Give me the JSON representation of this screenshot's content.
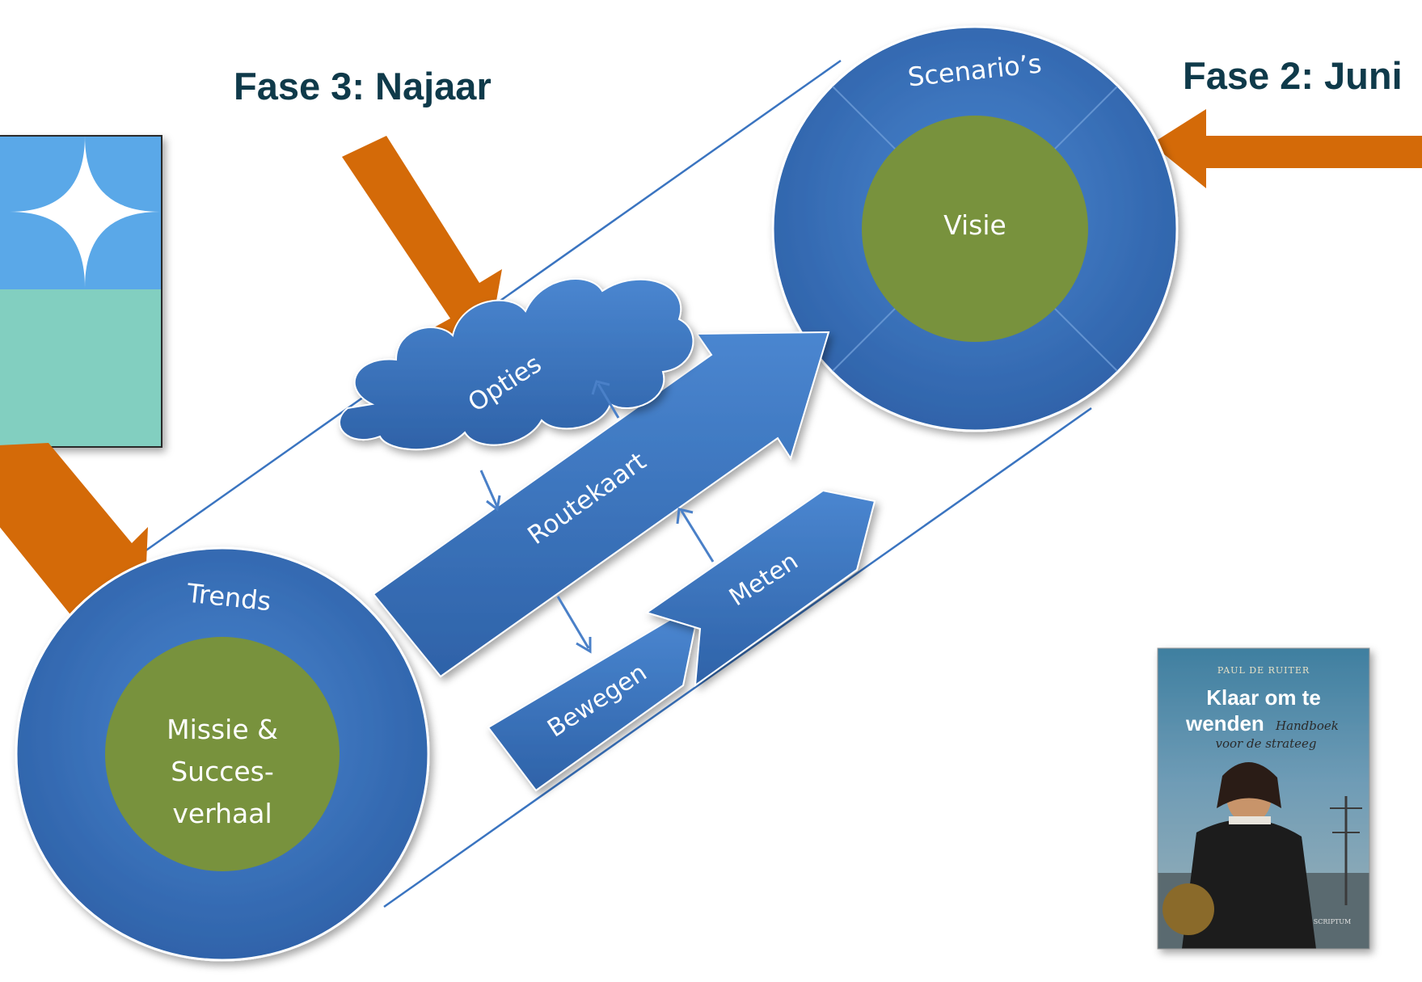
{
  "phases": {
    "phase2": "Fase 2: Juni",
    "phase3": "Fase 3: Najaar"
  },
  "circles": {
    "left": {
      "ring_label": "Trends",
      "core_lines": [
        "Missie &",
        "Succes-",
        "verhaal"
      ]
    },
    "right": {
      "ring_label": "Scenario’s",
      "core_label": "Visie"
    }
  },
  "shapes": {
    "cloud": "Opties",
    "big_arrow": "Routekaart",
    "small_arrow_left": "Bewegen",
    "small_arrow_right": "Meten"
  },
  "book": {
    "author": "PAUL DE RUITER",
    "title_line1": "Klaar om te",
    "title_line2": "wenden",
    "subtitle_line1": "Handboek",
    "subtitle_line2": "voor de strateeg",
    "publisher": "SCRIPTUM"
  },
  "colors": {
    "ring_blue": "#3a74c0",
    "core_green": "#78923c",
    "arrow_orange": "#d46a08",
    "title_dark": "#0f3a4a"
  }
}
